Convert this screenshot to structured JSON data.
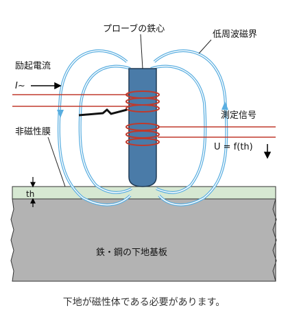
{
  "labels": {
    "probe_core": "プローブの鉄心",
    "low_freq_field": "低周波磁界",
    "excitation_current": "励起電流",
    "current_symbol": "I~",
    "measurement_signal": "測定信号",
    "signal_formula": "U = f(th)",
    "nonmagnetic_film": "非磁性膜",
    "thickness": "th",
    "substrate": "鉄・鋼の下地基板"
  },
  "caption": "下地が磁性体である必要があります。",
  "colors": {
    "field_lines": "#5aaee0",
    "wires": "#c0392b",
    "core": "#4a7ba8",
    "film": "#d6e8d2",
    "substrate": "#b3b3b3",
    "arrow_icon": "#000000"
  }
}
